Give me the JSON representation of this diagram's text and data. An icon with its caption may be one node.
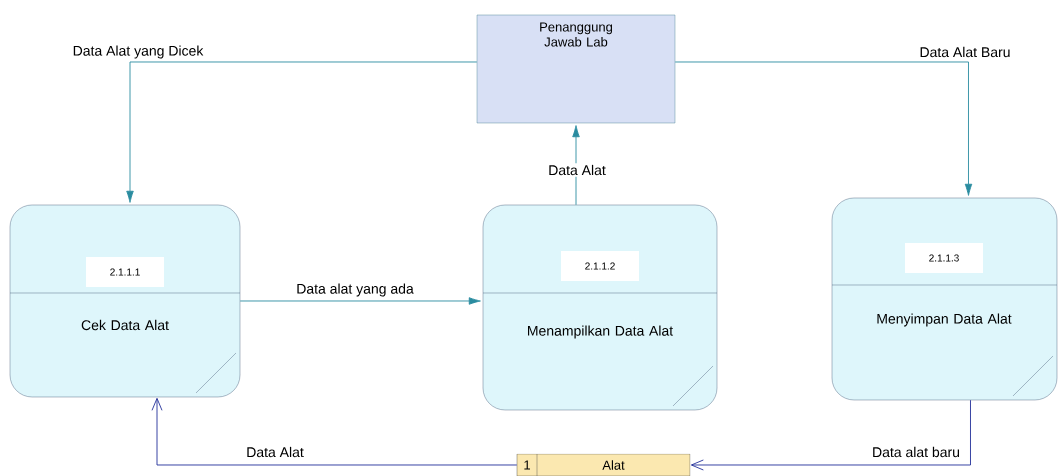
{
  "diagram": {
    "nodes": [
      {
        "text": [
          "Penanggung Jawab Lab"
        ]
      },
      {
        "text": [
          "2.1.1.1",
          "Cek Data Alat"
        ]
      },
      {
        "text": [
          "2.1.1.2",
          "Menampilkan Data Alat"
        ]
      },
      {
        "text": [
          "2.1.1.3",
          "Menyimpan Data Alat"
        ]
      },
      {
        "text": [
          "1",
          "Alat"
        ]
      }
    ],
    "edges": [
      {
        "from": 0,
        "to": 1,
        "arrow": "to",
        "label": "Data Alat yang Dicek"
      },
      {
        "from": 0,
        "to": 3,
        "arrow": "to",
        "label": "Data Alat Baru"
      },
      {
        "from": 1,
        "to": 2,
        "arrow": "to",
        "label": "Data alat yang ada"
      },
      {
        "from": 2,
        "to": 0,
        "arrow": "to",
        "label": "Data Alat"
      },
      {
        "from": 3,
        "to": 4,
        "arrow": "to",
        "label": "Data alat baru",
        "color": "#22309a"
      },
      {
        "from": 4,
        "to": 1,
        "arrow": "to",
        "label": "Data Alat",
        "color": "#22309a"
      }
    ]
  }
}
